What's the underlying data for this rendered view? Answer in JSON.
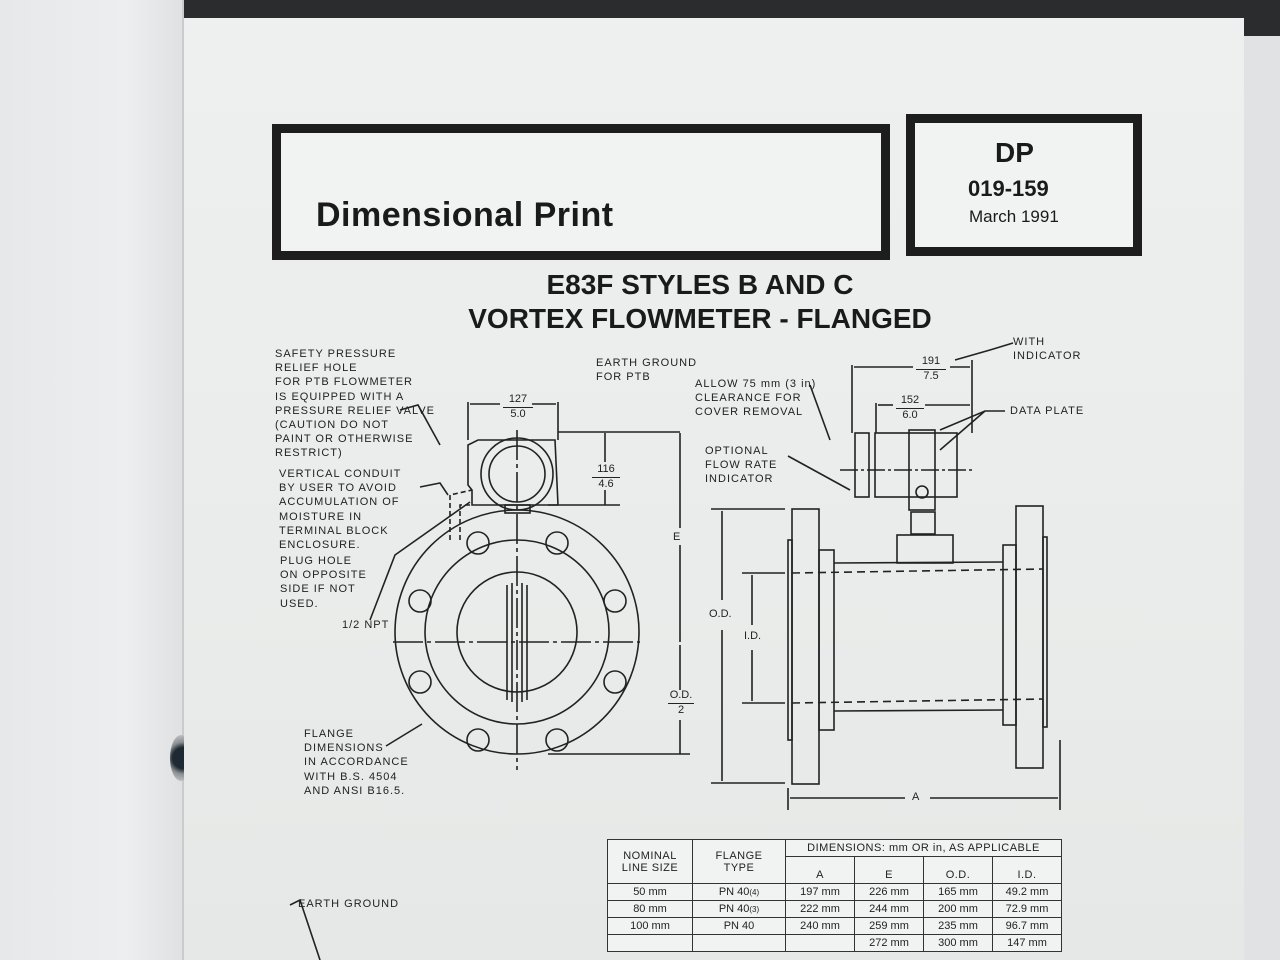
{
  "header": {
    "title": "Dimensional Print",
    "doc_type": "DP",
    "doc_number": "019-159",
    "date": "March 1991"
  },
  "document_title": {
    "line1": "E83F STYLES B AND C",
    "line2": "VORTEX FLOWMETER - FLANGED"
  },
  "notes": {
    "safety_relief": [
      "SAFETY PRESSURE",
      "RELIEF HOLE",
      "FOR PTB FLOWMETER",
      "IS EQUIPPED WITH A",
      "PRESSURE RELIEF VALVE",
      "(CAUTION DO NOT",
      "PAINT OR OTHERWISE",
      "RESTRICT)"
    ],
    "vertical_conduit": [
      "VERTICAL CONDUIT",
      "BY USER TO AVOID",
      "ACCUMULATION OF",
      "MOISTURE IN",
      "TERMINAL BLOCK",
      "ENCLOSURE."
    ],
    "plug_hole": [
      "PLUG HOLE",
      "ON OPPOSITE",
      "SIDE IF NOT",
      "USED."
    ],
    "npt": "1/2 NPT",
    "flange_dimensions": [
      "FLANGE",
      "DIMENSIONS",
      "IN ACCORDANCE",
      "WITH B.S. 4504",
      "AND ANSI B16.5."
    ],
    "earth_ground_ptb": [
      "EARTH GROUND",
      "FOR PTB"
    ],
    "clearance": [
      "ALLOW 75 mm (3 in)",
      "CLEARANCE FOR",
      "COVER REMOVAL"
    ],
    "optional_indicator": [
      "OPTIONAL",
      "FLOW RATE",
      "INDICATOR"
    ],
    "with_indicator": [
      "WITH",
      "INDICATOR"
    ],
    "data_plate": "DATA PLATE",
    "earth_ground": "EARTH GROUND"
  },
  "dimensions": {
    "housing_width": {
      "mm": "127",
      "in": "5.0"
    },
    "housing_height": {
      "mm": "116",
      "in": "4.6"
    },
    "with_indicator_length": {
      "mm": "191",
      "in": "7.5"
    },
    "without_indicator_length": {
      "mm": "152",
      "in": "6.0"
    },
    "label_e": "E",
    "label_od_half_num": "O.D.",
    "label_od_half_den": "2",
    "label_od": "O.D.",
    "label_id": "I.D.",
    "label_a": "A"
  },
  "table": {
    "headers": {
      "nominal": "NOMINAL LINE SIZE",
      "flange": "FLANGE TYPE",
      "dimensions_group": "DIMENSIONS: mm OR in, AS APPLICABLE",
      "a": "A",
      "e": "E",
      "od": "O.D.",
      "id": "I.D."
    },
    "rows": [
      {
        "size": "50 mm",
        "flange": "PN 40",
        "note": "(4)",
        "a": "197 mm",
        "e": "226 mm",
        "od": "165 mm",
        "id": "49.2 mm"
      },
      {
        "size": "80 mm",
        "flange": "PN 40",
        "note": "(3)",
        "a": "222 mm",
        "e": "244 mm",
        "od": "200 mm",
        "id": "72.9 mm"
      },
      {
        "size": "100 mm",
        "flange": "PN 40",
        "note": "",
        "a": "240 mm",
        "e": "259 mm",
        "od": "235 mm",
        "id": "96.7 mm"
      },
      {
        "size": "",
        "flange": "",
        "note": "",
        "a": "",
        "e": "272 mm",
        "od": "300 mm",
        "id": "147 mm"
      }
    ]
  }
}
